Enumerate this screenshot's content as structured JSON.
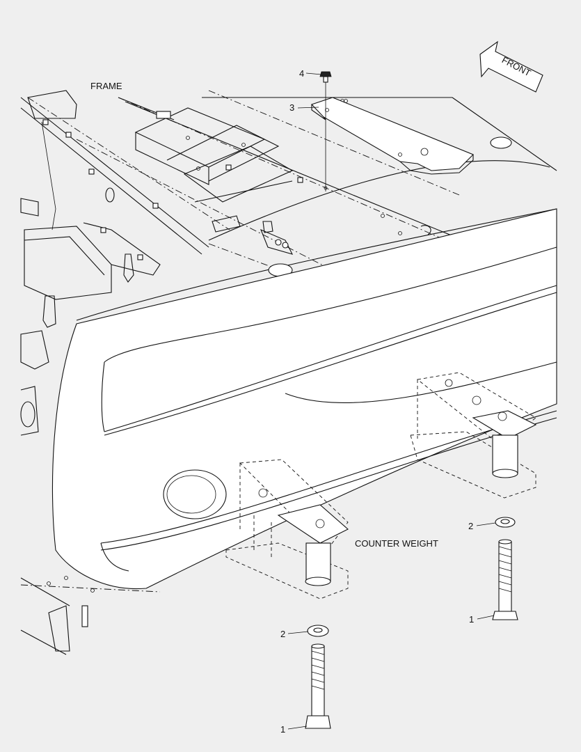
{
  "labels": {
    "frame": "FRAME",
    "counter_weight": "COUNTER WEIGHT",
    "front": "FRONT"
  },
  "callouts": {
    "part_4": "4",
    "part_3": "3",
    "part_2_right": "2",
    "part_1_right": "1",
    "part_2_center": "2",
    "part_1_center": "1"
  },
  "colors": {
    "background": "#efefef",
    "line": "#111111"
  }
}
